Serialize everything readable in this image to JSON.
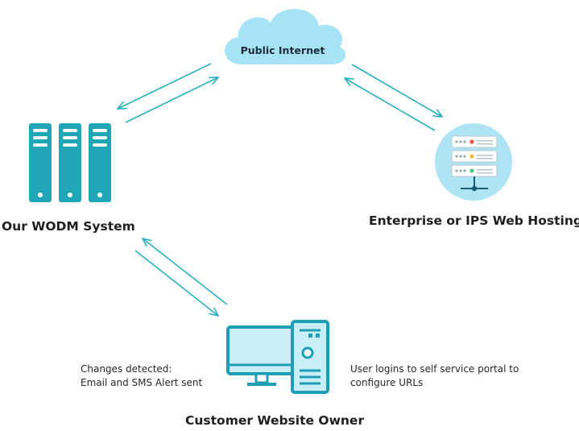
{
  "nodes": {
    "internet": {
      "label": "Public Internet"
    },
    "wodm": {
      "label": "Our WODM System"
    },
    "hosting": {
      "label": "Enterprise or IPS Web Hosting"
    },
    "owner": {
      "label": "Customer Website Owner"
    }
  },
  "notes": {
    "alert": {
      "line1": "Changes detected:",
      "line2": "Email and SMS Alert sent"
    },
    "portal": {
      "line1": "User logins to self service portal to",
      "line2": "configure URLs"
    }
  },
  "colors": {
    "teal": "#1fa7b8",
    "teal_dark": "#17909f",
    "arrow": "#2ab0bd",
    "cloud": "#a6e3f4",
    "hosting_circle": "#aee4f3",
    "computer_fill": "#c8eef8",
    "computer_stroke": "#1f9fb6"
  }
}
